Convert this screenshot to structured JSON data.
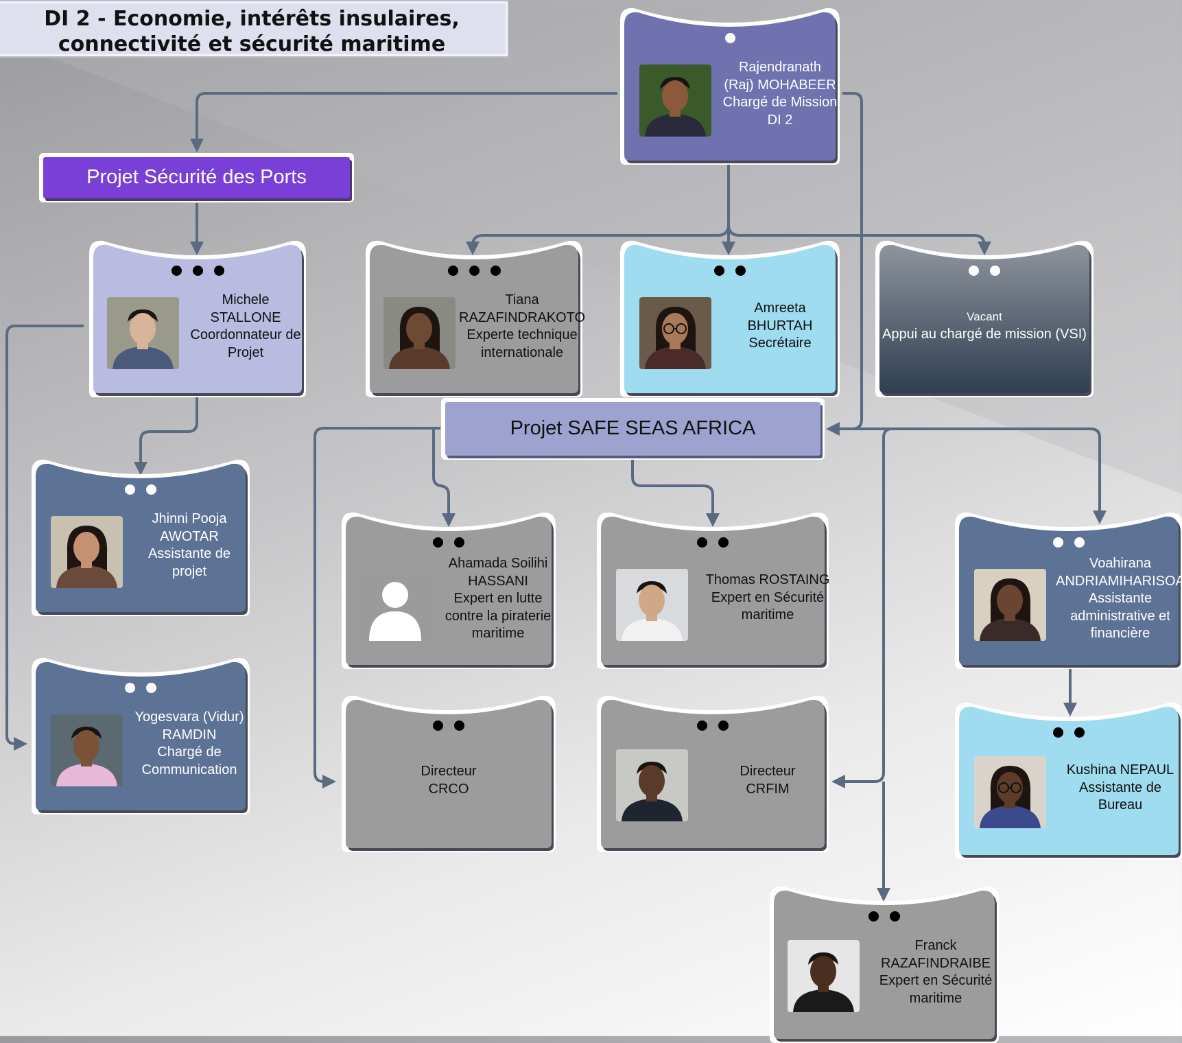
{
  "title": {
    "line1": "DI 2 - Economie, intérêts insulaires,",
    "line2": "connectivité et sécurité maritime"
  },
  "projects": {
    "ports": "Projet Sécurité des Ports",
    "safe_seas": "Projet SAFE SEAS AFRICA"
  },
  "people": {
    "mohabeer": [
      "Rajendranath",
      "(Raj) MOHABEER",
      "Chargé de Mission",
      "DI 2"
    ],
    "stallone": [
      "Michele",
      "STALLONE",
      "Coordonnateur de",
      "Projet"
    ],
    "razafindrakoto": [
      "Tiana",
      "RAZAFINDRAKOTO",
      "Experte technique",
      "internationale"
    ],
    "bhurtah": [
      "Amreeta",
      "BHURTAH",
      "Secrétaire"
    ],
    "vacant": [
      "Vacant",
      "Appui au chargé de mission (VSI)"
    ],
    "awotar": [
      "Jhinni Pooja",
      "AWOTAR",
      "Assistante de",
      "projet"
    ],
    "ramdin": [
      "Yogesvara (Vidur)",
      "RAMDIN",
      "Chargé de",
      "Communication"
    ],
    "hassani": [
      "Ahamada Soilihi",
      "HASSANI",
      "Expert en lutte",
      "contre la piraterie",
      "maritime"
    ],
    "rostaing": [
      "Thomas ROSTAING",
      "Expert en Sécurité",
      "maritime"
    ],
    "andriamiharisoa": [
      "Voahirana",
      "ANDRIAMIHARISOA",
      "Assistante",
      "administrative et",
      "financière"
    ],
    "crco": [
      "Directeur",
      "CRCO"
    ],
    "crfim": [
      "Directeur",
      "CRFIM"
    ],
    "nepaul": [
      "Kushina NEPAUL",
      "Assistante de",
      "Bureau"
    ],
    "razafindraibe": [
      "Franck",
      "RAZAFINDRAIBE",
      "Expert en Sécurité",
      "maritime"
    ]
  },
  "colors": {
    "purple_card": "#6f72ae",
    "lavender_card": "#b9bbe0",
    "gray_card": "#9c9c9c",
    "cyan_card": "#9fdcef",
    "slate_card": "#5d7395",
    "dark_card": "#3d4b5e",
    "ports_banner": "#7a3fd6",
    "safe_seas_banner": "#9da2cf",
    "connector": "#5a6a80"
  }
}
